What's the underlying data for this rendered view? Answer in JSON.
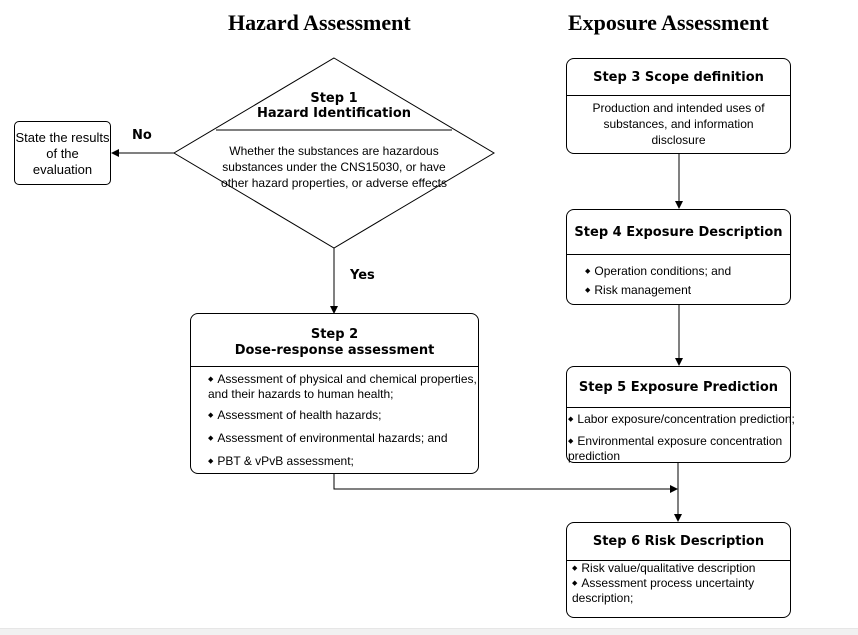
{
  "headings": {
    "hazard": "Hazard Assessment",
    "exposure": "Exposure Assessment"
  },
  "diamond": {
    "step": "Step 1",
    "title": "Hazard Identification",
    "text": "Whether the substances are hazardous substances under the CNS15030, or have other hazard properties, or adverse effects"
  },
  "state_box": {
    "text": "State the results of the evaluation"
  },
  "labels": {
    "no": "No",
    "yes": "Yes"
  },
  "step2": {
    "step": "Step 2",
    "title": "Dose-response assessment",
    "items": [
      "Assessment of physical and chemical properties, and their hazards to human health;",
      "Assessment of health hazards;",
      "Assessment of environmental hazards; and",
      "PBT & vPvB assessment;"
    ]
  },
  "step3": {
    "title": "Step 3 Scope definition",
    "text": "Production and intended uses of substances, and information disclosure"
  },
  "step4": {
    "title": "Step 4 Exposure Description",
    "items": [
      "Operation conditions; and",
      "Risk management"
    ]
  },
  "step5": {
    "title": "Step 5 Exposure Prediction",
    "items": [
      "Labor exposure/concentration prediction;",
      "Environmental exposure concentration prediction"
    ]
  },
  "step6": {
    "title": "Step 6 Risk Description",
    "items": [
      "Risk value/qualitative description",
      "Assessment process uncertainty description;"
    ]
  }
}
